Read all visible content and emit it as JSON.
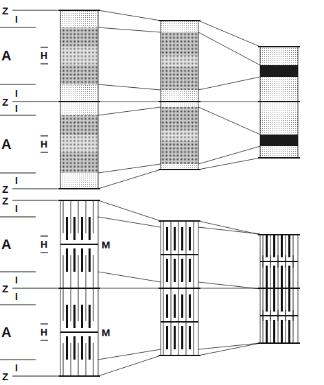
{
  "diagram": {
    "labels": [
      "Z",
      "I",
      "A",
      "H",
      "I",
      "Z",
      "I",
      "A",
      "H",
      "I",
      "Z",
      "Z",
      "I",
      "A",
      "H",
      "M",
      "I",
      "Z",
      "I",
      "A",
      "H",
      "M",
      "I",
      "Z"
    ]
  }
}
